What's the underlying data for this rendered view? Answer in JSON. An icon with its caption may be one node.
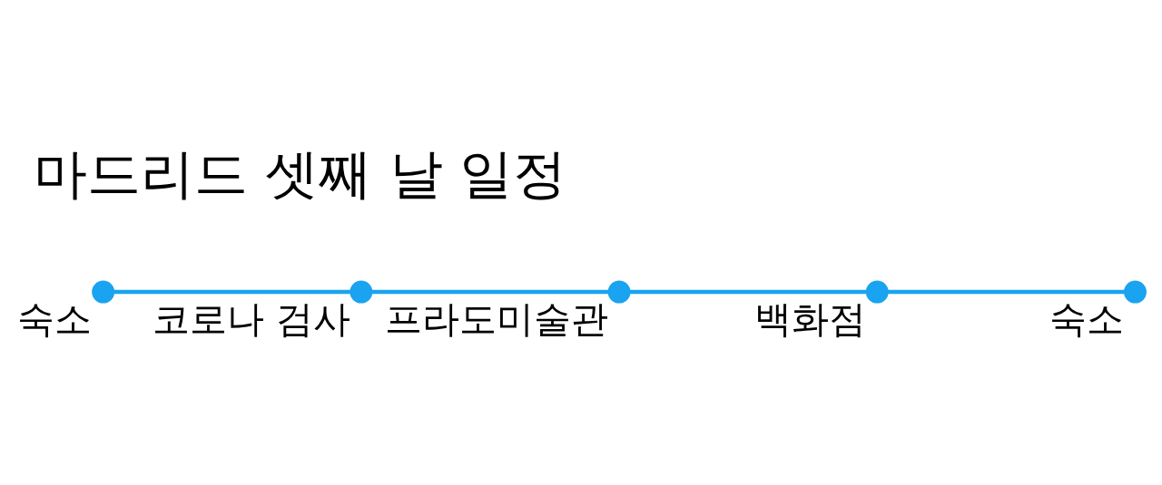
{
  "diagram": {
    "title": "마드리드 셋째 날 일정",
    "nodes": [
      {
        "text": [],
        "shape": "circle",
        "beside": [
          "숙소"
        ]
      },
      {
        "text": [],
        "shape": "circle",
        "beside": [
          "코로나 검사"
        ]
      },
      {
        "text": [],
        "shape": "circle",
        "beside": [
          "프라도미술관"
        ]
      },
      {
        "text": [],
        "shape": "circle",
        "beside": [
          "백화점"
        ]
      },
      {
        "text": [],
        "shape": "circle",
        "beside": [
          "숙소"
        ]
      }
    ],
    "edges": [
      {
        "from": 0,
        "to": 1,
        "arrow": "none"
      },
      {
        "from": 1,
        "to": 2,
        "arrow": "none"
      },
      {
        "from": 2,
        "to": 3,
        "arrow": "none"
      },
      {
        "from": 3,
        "to": 4,
        "arrow": "none"
      }
    ]
  }
}
